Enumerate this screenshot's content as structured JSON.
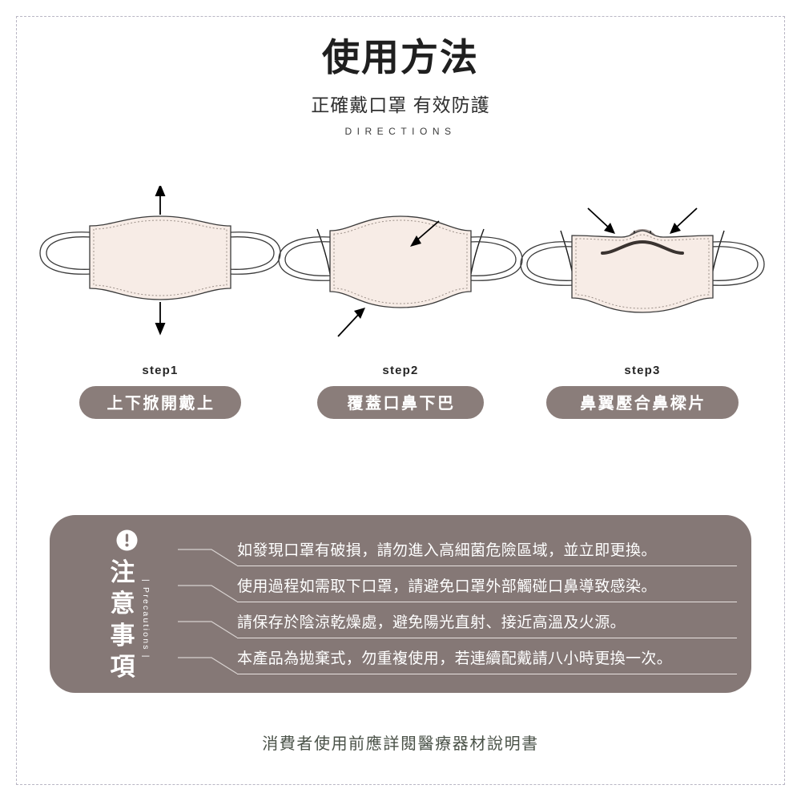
{
  "header": {
    "title": "使用方法",
    "subtitle": "正確戴口罩 有效防護",
    "eyebrow": "DIRECTIONS"
  },
  "steps": [
    {
      "number": "step1",
      "label": "上下掀開戴上",
      "art": "mask-unfolded-with-up-down-arrows"
    },
    {
      "number": "step2",
      "label": "覆蓋口鼻下巴",
      "art": "mask-covering-nose-mouth-chin-with-arrows"
    },
    {
      "number": "step3",
      "label": "鼻翼壓合鼻樑片",
      "art": "mask-nose-bridge-pressed-with-converging-arrows"
    }
  ],
  "precautions": {
    "icon": "exclamation-circle-icon",
    "label_cn": "注意事項",
    "label_en": "| Precautions |",
    "items": [
      "如發現口罩有破損，請勿進入高細菌危險區域，並立即更換。",
      "使用過程如需取下口罩，請避免口罩外部觸碰口鼻導致感染。",
      "請保存於陰涼乾燥處，避免陽光直射、接近高溫及火源。",
      "本產品為拋棄式，勿重複使用，若連續配戴請八小時更換一次。"
    ]
  },
  "footer": {
    "note": "消費者使用前應詳閱醫療器材說明書"
  },
  "colors": {
    "panel_bg": "#857876",
    "pill_bg": "#8a7d7a",
    "mask_fill": "#f7ece6",
    "face_fill": "#9b908d",
    "frame_dash": "#b9b6c4",
    "footer_text": "#4a5248",
    "outline": "#3a3a3a"
  }
}
